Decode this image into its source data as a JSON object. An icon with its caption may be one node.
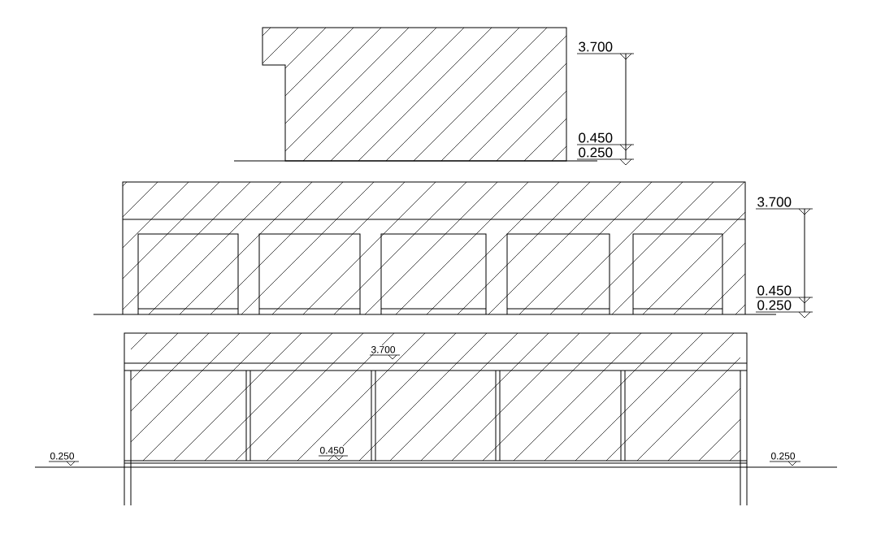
{
  "diagram": {
    "labels": [
      "3.700",
      "0.450",
      "0.250",
      "3.700",
      "0.450",
      "0.250",
      "3.700",
      "0.250",
      "0.450",
      "0.250"
    ]
  }
}
